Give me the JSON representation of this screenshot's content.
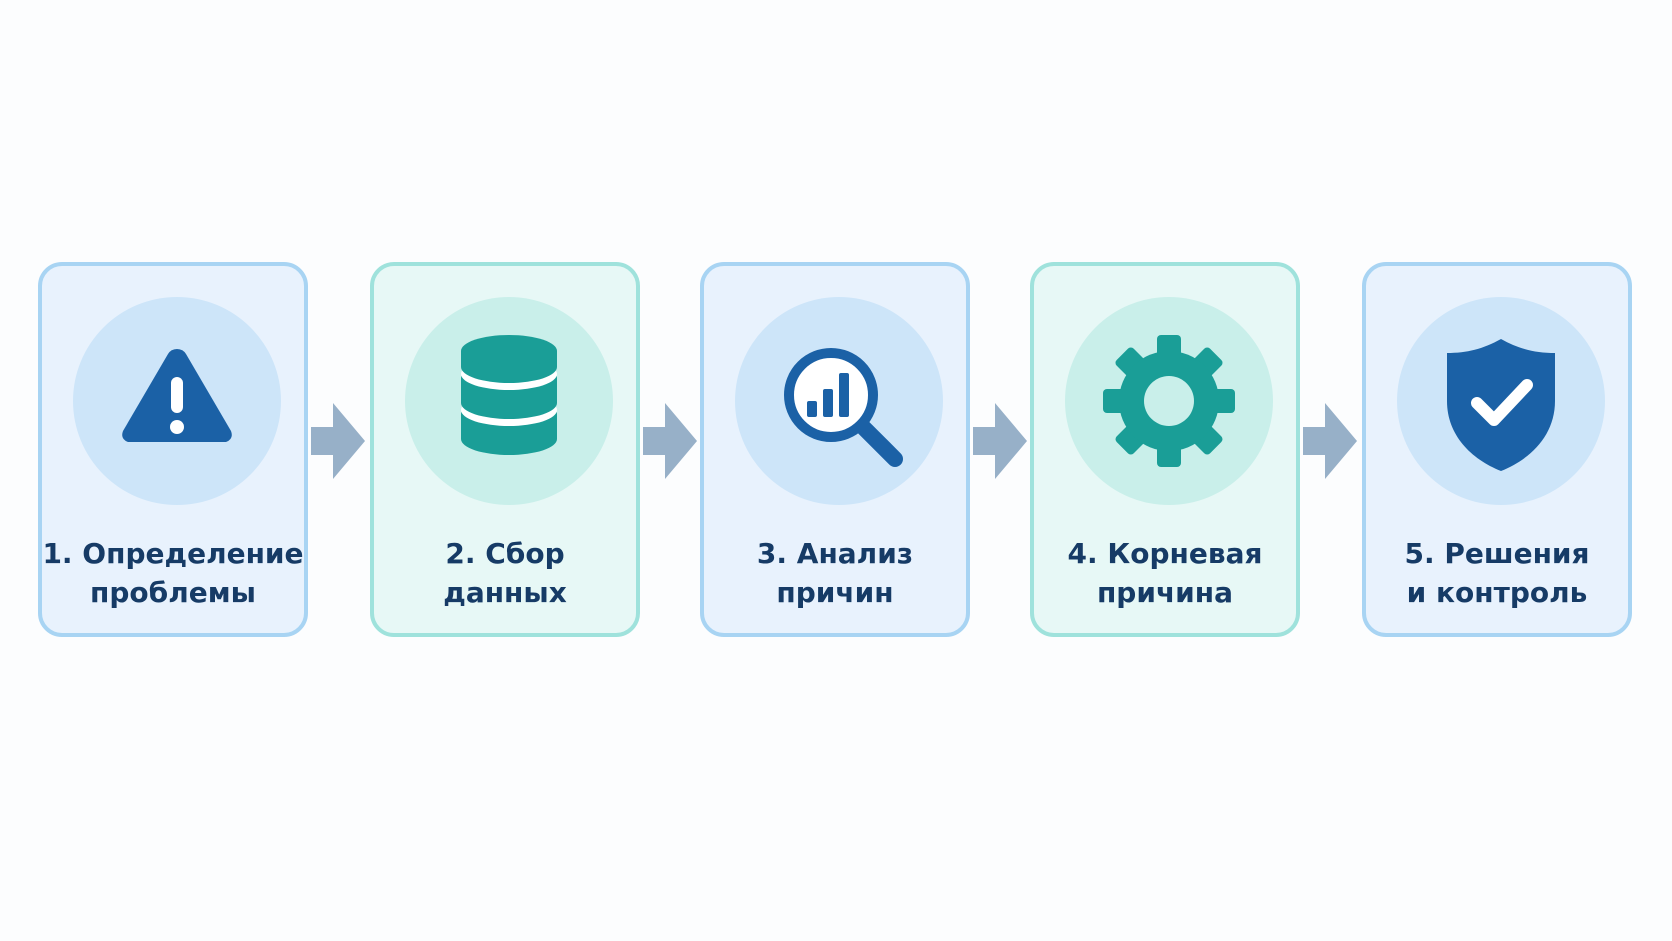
{
  "diagram": {
    "steps": [
      {
        "line1": "1. Определение",
        "line2": "проблемы",
        "icon": "warning-icon"
      },
      {
        "line1": "2. Сбор",
        "line2": "данных",
        "icon": "database-icon"
      },
      {
        "line1": "3. Анализ",
        "line2": "причин",
        "icon": "magnifier-chart-icon"
      },
      {
        "line1": "4. Корневая",
        "line2": "причина",
        "icon": "gear-icon"
      },
      {
        "line1": "5. Решения",
        "line2": "и контроль",
        "icon": "shield-check-icon"
      }
    ]
  },
  "colors": {
    "dark_blue": "#1b61a6",
    "teal": "#1a9e97",
    "text": "#163b66",
    "arrow": "#97b0c8"
  }
}
